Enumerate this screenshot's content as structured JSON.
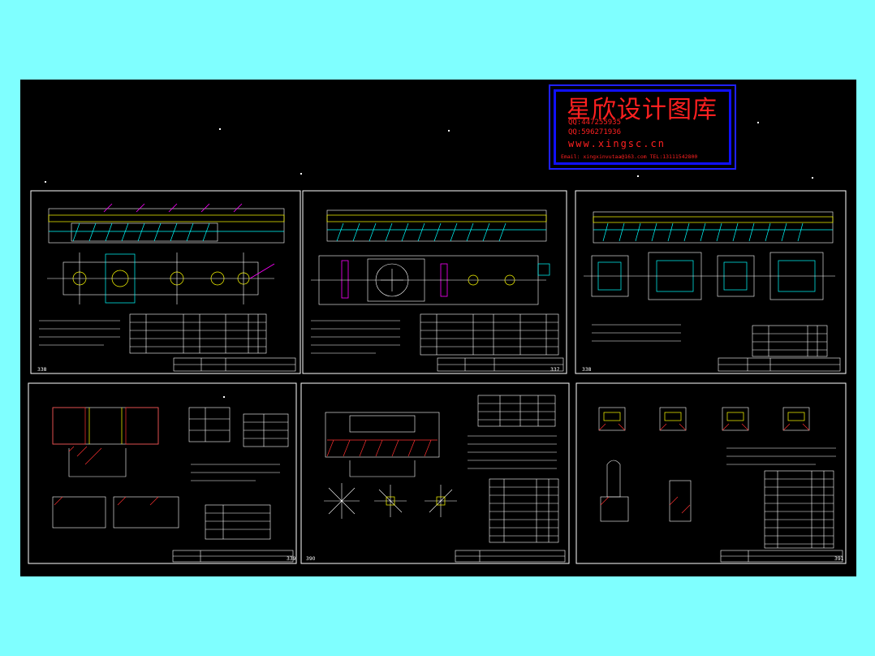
{
  "watermark": {
    "title": "星欣设计图库",
    "qq1": "QQ:447255935",
    "qq2": "QQ:596271936",
    "url": "www.xingsc.cn",
    "email": "Email: xingxinvutaa@163.com  TEL:13111542800"
  },
  "sheets": [
    {
      "id": "sheet-1",
      "page_number": "338"
    },
    {
      "id": "sheet-2",
      "page_number": "337"
    },
    {
      "id": "sheet-3",
      "page_number": "338"
    },
    {
      "id": "sheet-4",
      "page_number": "339"
    },
    {
      "id": "sheet-5",
      "page_number": "390"
    },
    {
      "id": "sheet-6",
      "page_number": "391"
    }
  ],
  "colors": {
    "background": "#7fffff",
    "canvas": "#000000",
    "watermark_text": "#ff2020",
    "watermark_frame": "#1010ff"
  }
}
